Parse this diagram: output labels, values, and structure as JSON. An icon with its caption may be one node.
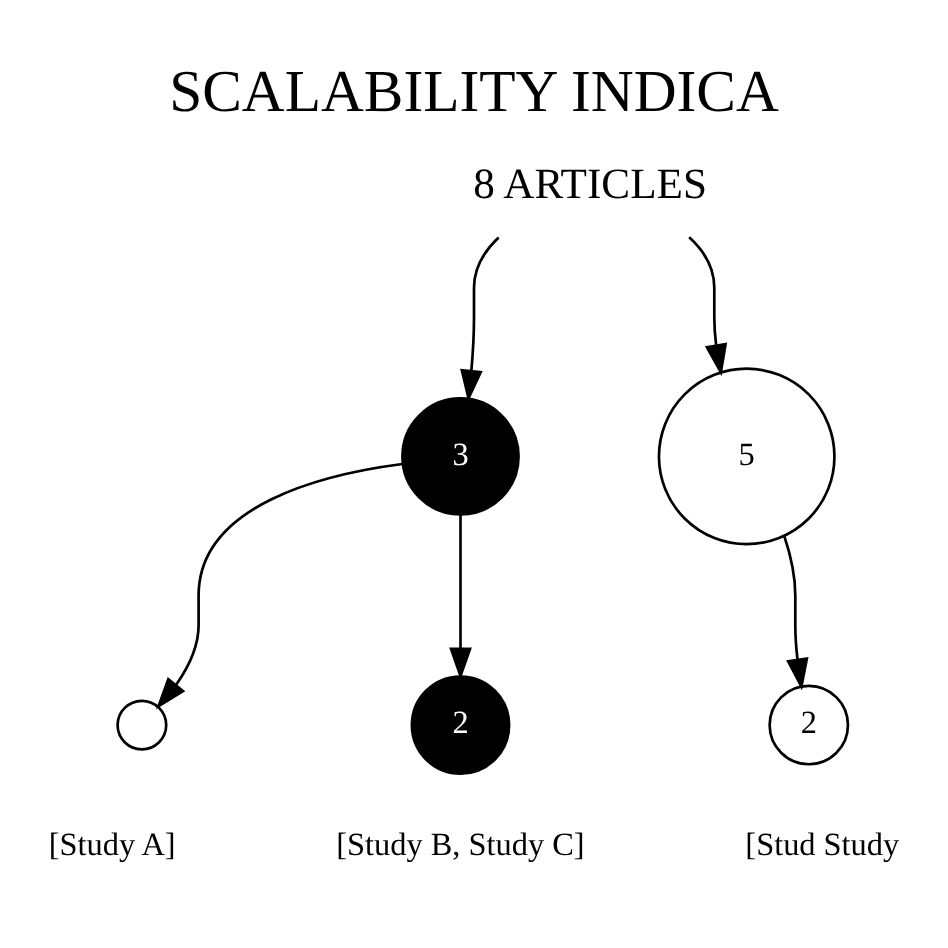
{
  "diagram": {
    "title": "SCALABILITY INDICA",
    "nodes": [
      {
        "text": [
          "8 ARTICLES"
        ]
      },
      {
        "text": [
          "3"
        ]
      },
      {
        "text": [
          "5"
        ]
      },
      {
        "text": [],
        "shape": "circle",
        "beside": [
          "[Study A]"
        ]
      },
      {
        "text": [
          "2"
        ],
        "beside": [
          "[Study B, Study C]"
        ]
      },
      {
        "text": [
          "2"
        ],
        "beside": [
          "[Stud Study"
        ]
      }
    ],
    "edges": [
      {
        "from": 0,
        "to": 1,
        "arrow": "to"
      },
      {
        "from": 0,
        "to": 2,
        "arrow": "to"
      },
      {
        "from": 1,
        "to": 3,
        "arrow": "to"
      },
      {
        "from": 1,
        "to": 4,
        "arrow": "to"
      },
      {
        "from": 2,
        "to": 5,
        "arrow": "to"
      }
    ]
  }
}
